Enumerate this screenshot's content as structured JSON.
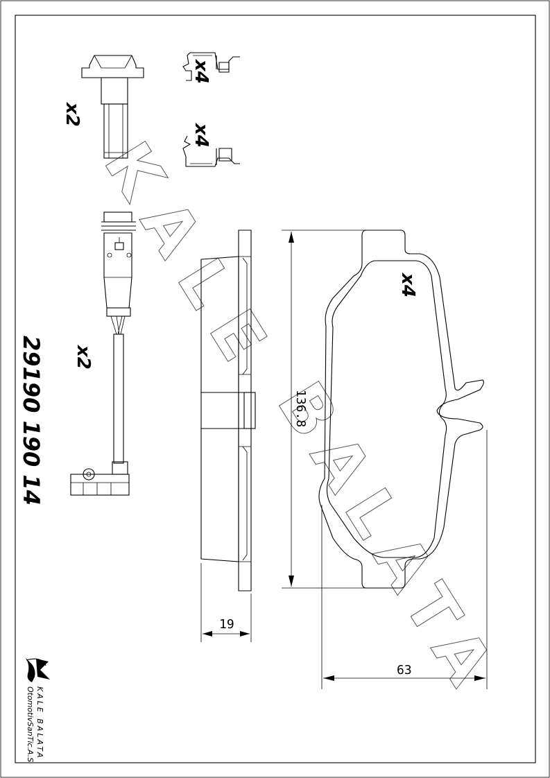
{
  "part_number": "29190 190 14",
  "quantities": {
    "bolt": "x2",
    "clip_top": "x4",
    "clip_bottom": "x4",
    "sensor": "x2",
    "pad": "x4"
  },
  "dimensions": {
    "height": "136.8",
    "thickness": "19",
    "width": "63"
  },
  "watermark": {
    "word1": "KALE",
    "word2": "BALATA"
  },
  "company": {
    "line1": "KALE BALATA",
    "line2": "OtomotivSanTic.A.S"
  }
}
